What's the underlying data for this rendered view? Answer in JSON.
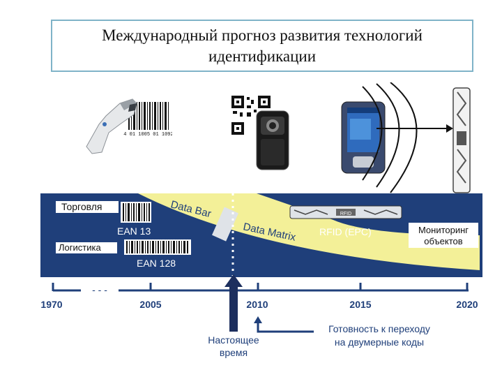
{
  "title": {
    "line1": "Международный прогноз развития технологий",
    "line2": "идентификации"
  },
  "labels": {
    "trade": "Торговля",
    "logistics": "Логистика",
    "ean13": "EAN 13",
    "ean128": "EAN 128",
    "databar": "Data Bar",
    "datamatrix": "Data Matrix",
    "rfid": "RFID (EPC)",
    "monitoring_l1": "Мониторинг",
    "monitoring_l2": "объектов",
    "barcode_number": "4 01 1005 01 1092",
    "rfid_tag_text": "RFID"
  },
  "axis": {
    "years": [
      "1970",
      "2005",
      "2010",
      "2015",
      "2020"
    ],
    "break_mark": "- - -"
  },
  "annotations": {
    "now_l1": "Настоящее",
    "now_l2": "время",
    "ready_l1": "Готовность к переходу",
    "ready_l2": "на двумерные коды"
  },
  "colors": {
    "panel_bg": "#1f3f7a",
    "band": "#f3f098",
    "label_bg": "#ffffff",
    "arrow": "#1d2f5e",
    "title_border": "#7fb3c8"
  }
}
